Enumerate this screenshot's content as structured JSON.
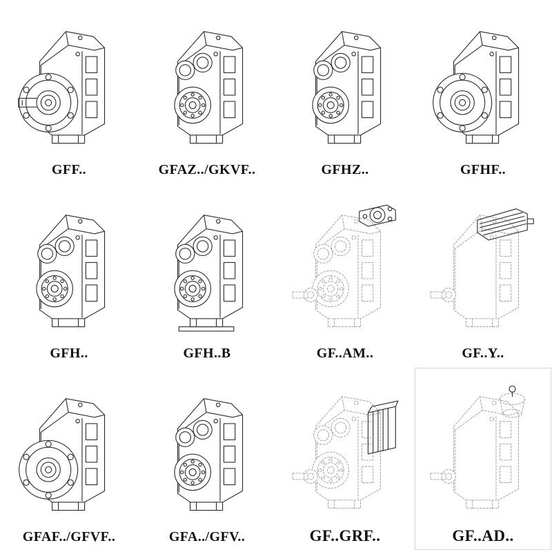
{
  "page": {
    "background": "#ffffff",
    "ink": "#2e2e2e",
    "faint_ink": "#9c9c9c"
  },
  "catalog": {
    "items": [
      {
        "label": "GFF..",
        "variant": "flange-shaft"
      },
      {
        "label": "GFAZ../GKVF..",
        "variant": "bores"
      },
      {
        "label": "GFHZ..",
        "variant": "bores"
      },
      {
        "label": "GFHF..",
        "variant": "flange"
      },
      {
        "label": "GFH..",
        "variant": "bores"
      },
      {
        "label": "GFH..B",
        "variant": "bores-base"
      },
      {
        "label": "GF..AM..",
        "variant": "top-flange"
      },
      {
        "label": "GF..Y..",
        "variant": "motor-top"
      },
      {
        "label": "GFAF../GFVF..",
        "variant": "flange"
      },
      {
        "label": "GFA../GFV..",
        "variant": "bores"
      },
      {
        "label": "GF..GRF..",
        "variant": "motor-side",
        "label_large": true
      },
      {
        "label": "GF..AD..",
        "variant": "adapter",
        "label_large": true,
        "boxed": true
      }
    ]
  }
}
